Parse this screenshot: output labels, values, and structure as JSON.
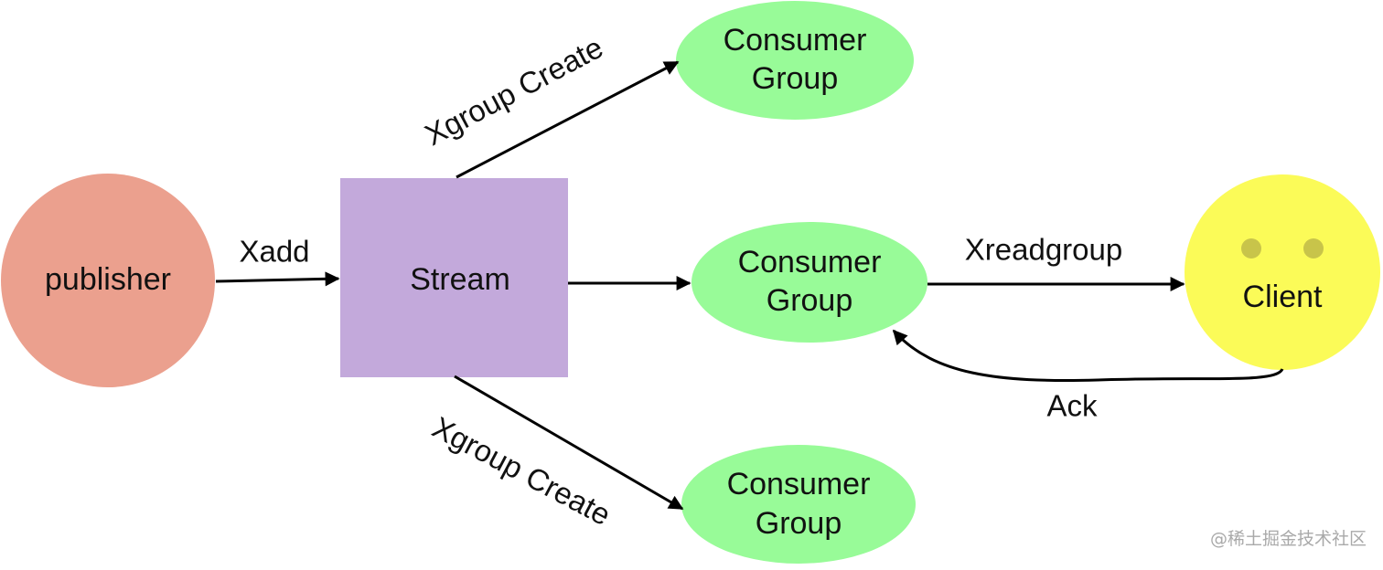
{
  "nodes": {
    "publisher": {
      "label": "publisher",
      "color": "#eba08e"
    },
    "stream": {
      "label": "Stream",
      "color": "#c3a9db"
    },
    "consumer_group_top": {
      "line1": "Consumer",
      "line2": "Group",
      "color": "#98fb98"
    },
    "consumer_group_middle": {
      "line1": "Consumer",
      "line2": "Group",
      "color": "#98fb98"
    },
    "consumer_group_bottom": {
      "line1": "Consumer",
      "line2": "Group",
      "color": "#98fb98"
    },
    "client": {
      "label": "Client",
      "color": "#fbfb58",
      "eye_color": "#c8c44a",
      "icon": "smiley-face-icon"
    }
  },
  "edges": {
    "xadd": "Xadd",
    "xgroup_create_top": "Xgroup Create",
    "xgroup_create_bottom": "Xgroup Create",
    "xreadgroup": "Xreadgroup",
    "ack": "Ack"
  },
  "watermark": "@稀土掘金技术社区",
  "colors": {
    "stroke": "#000000",
    "text": "#111111"
  }
}
